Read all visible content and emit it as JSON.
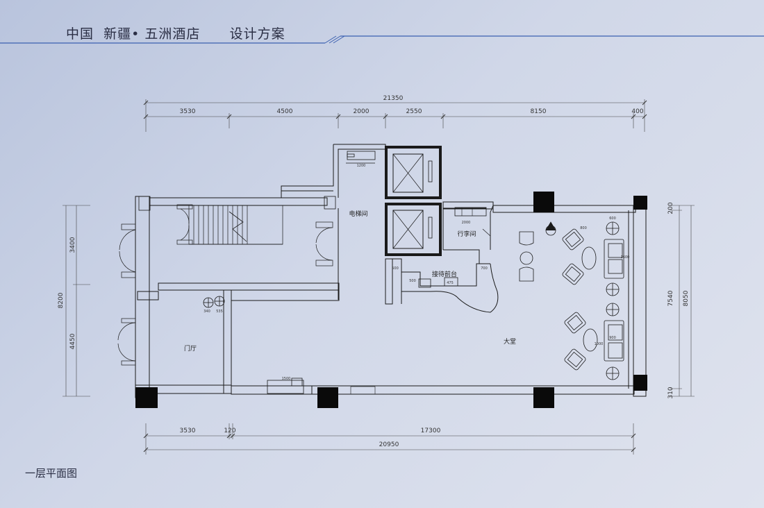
{
  "header": {
    "title": "中国  新疆• 五洲酒店      设计方案",
    "rule_color": "#3a5fb0"
  },
  "caption": "一层平面图",
  "dimensions": {
    "top_total": "21350",
    "top_segments": [
      "3530",
      "4500",
      "2000",
      "2550",
      "8150",
      "400"
    ],
    "bottom_segments": [
      "3530",
      "120",
      "17300"
    ],
    "bottom_total": "20950",
    "left_total": "8200",
    "left_segments": [
      "3400",
      "4450"
    ],
    "right_segments": [
      "200",
      "7540",
      "310"
    ],
    "right_total": "8050"
  },
  "rooms": {
    "elevator_hall": "电梯间",
    "luggage_room": "行李间",
    "reception": "接待前台",
    "lobby": "大堂",
    "vestibule": "门厅"
  },
  "annotations": {
    "a1200": "1200",
    "a2000": "2000",
    "a700": "700",
    "a500a": "500",
    "a500b": "500",
    "a1500": "1500",
    "a475": "475",
    "a340": "340",
    "a535": "535",
    "a1600": "1600",
    "a800": "800",
    "a600": "600",
    "a900": "900",
    "a1000": "1000"
  },
  "colors": {
    "line": "#1a1a1a",
    "column": "#0a0a0a",
    "dim": "#333333"
  }
}
